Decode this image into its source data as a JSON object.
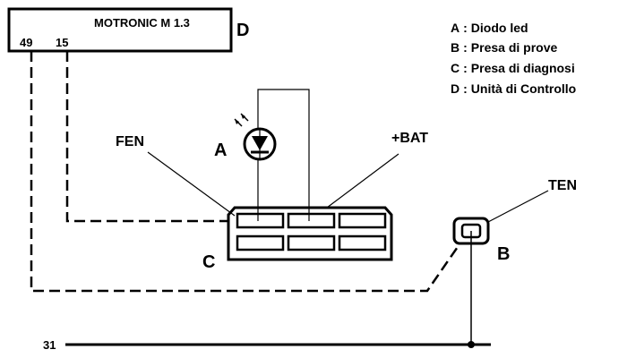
{
  "ecu": {
    "title": "MOTRONIC M 1.3",
    "pin_49": "49",
    "pin_15": "15",
    "letter": "D"
  },
  "labels": {
    "fen": "FEN",
    "bat": "+BAT",
    "ten": "TEN",
    "a": "A",
    "b": "B",
    "c": "C",
    "ground": "31"
  },
  "legend": [
    {
      "key": "A",
      "sep": ":",
      "text": "Diodo led"
    },
    {
      "key": "B",
      "sep": ":",
      "text": "Presa di prove"
    },
    {
      "key": "C",
      "sep": ":",
      "text": "Presa di diagnosi"
    },
    {
      "key": "D",
      "sep": ":",
      "text": "Unità di Controllo"
    }
  ],
  "colors": {
    "line": "#000000",
    "background": "#ffffff"
  }
}
